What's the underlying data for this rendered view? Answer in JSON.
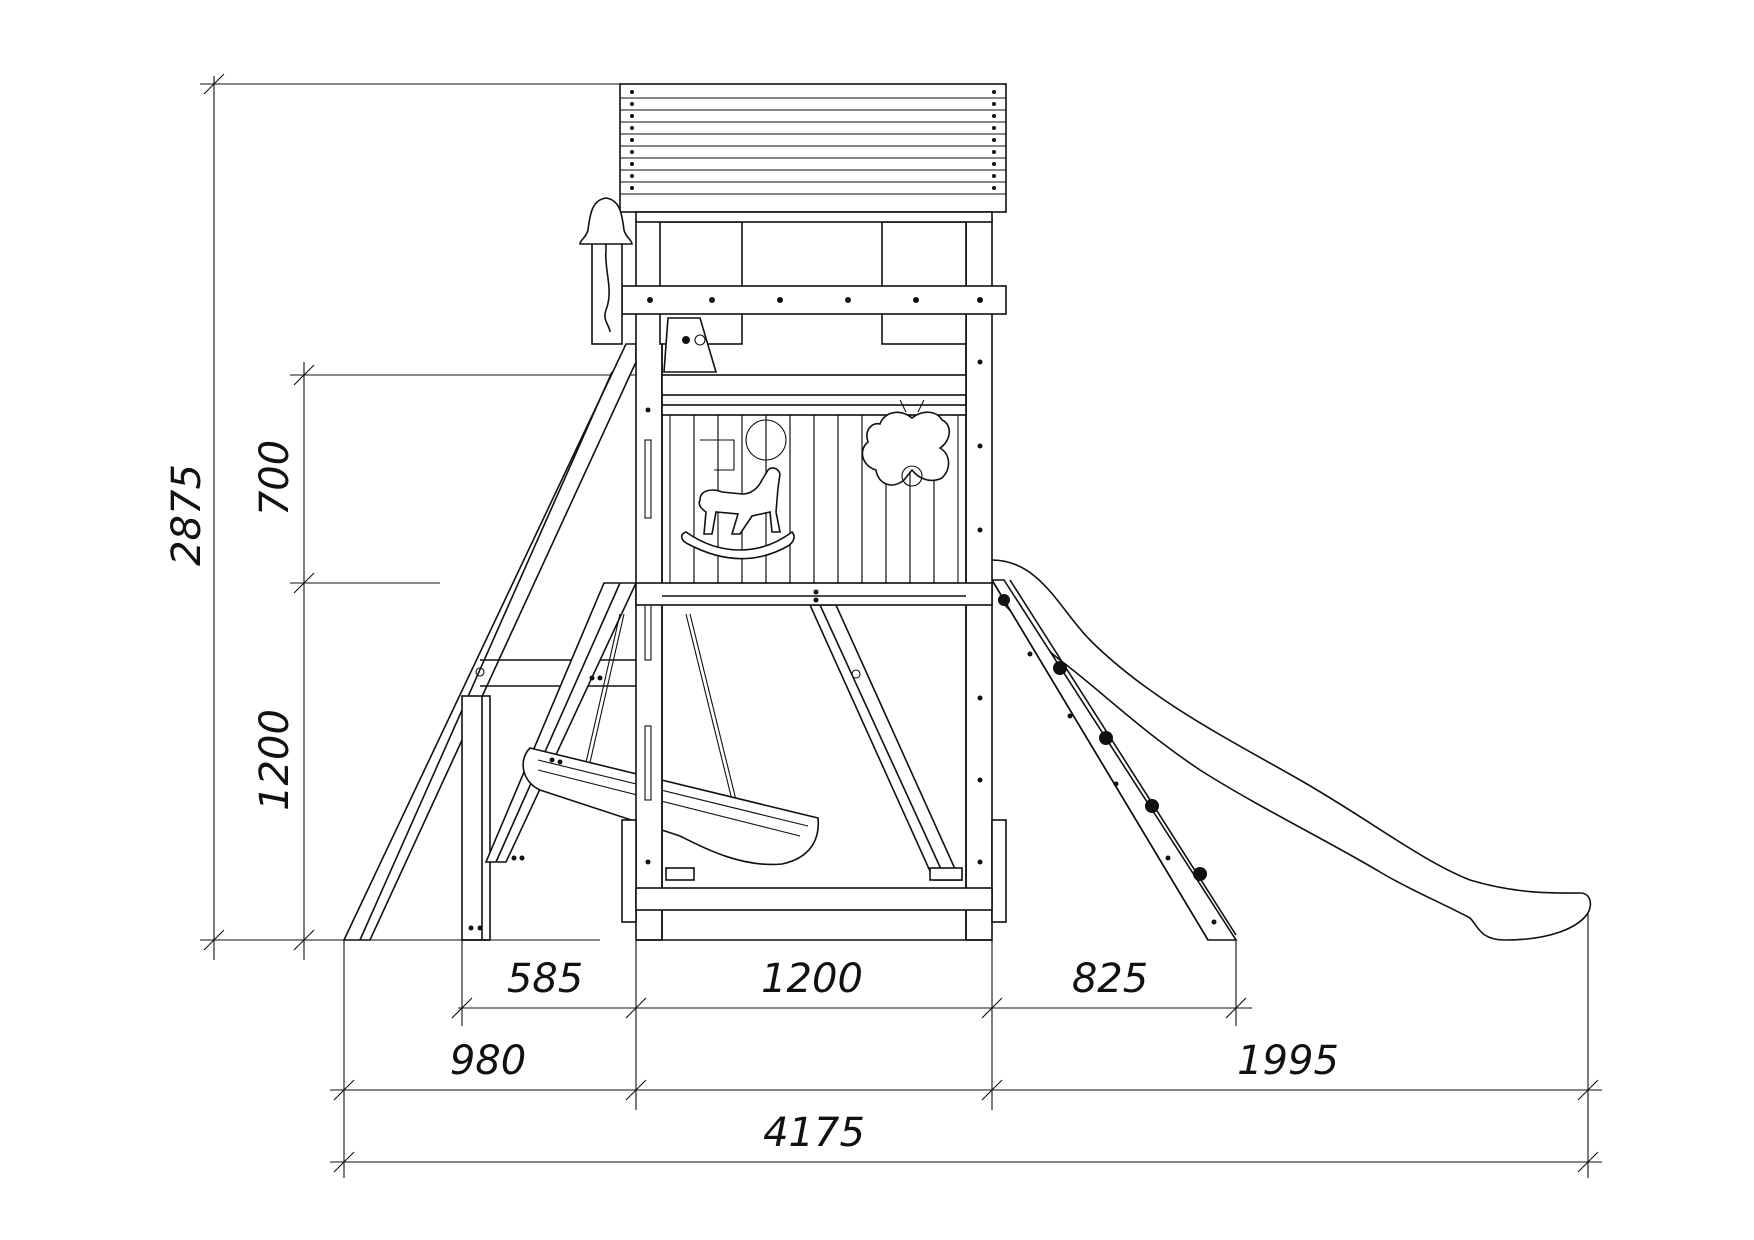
{
  "dimensions": {
    "total_height": "2875",
    "rail_height": "700",
    "platform_height": "1200",
    "swing_to_post": "585",
    "platform_width": "1200",
    "climber_width": "825",
    "left_extent": "980",
    "right_extent": "1995",
    "total_width": "4175"
  },
  "colors": {
    "line": "#111111",
    "background": "#ffffff"
  },
  "icons": {
    "bell": "bell-icon",
    "horse": "rocking-horse-icon",
    "butterfly": "butterfly-icon"
  }
}
